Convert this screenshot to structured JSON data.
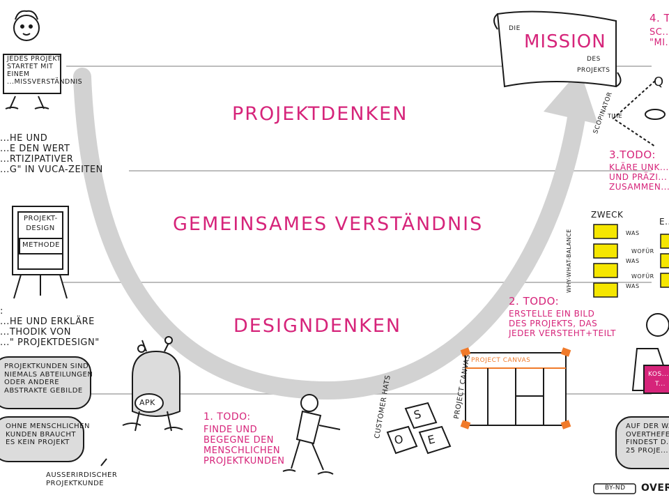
{
  "bands": {
    "top": "PROJEKTDENKEN",
    "middle": "GEMEINSAMES VERSTÄNDNIS",
    "bottom": "DESIGNDENKEN"
  },
  "sign_top_left": [
    "JEDES PROJEKT",
    "STARTET MIT",
    "EINEM",
    "...MISSVERSTÄNDNIS"
  ],
  "left_text_1": [
    "...HE UND",
    "...E DEN WERT",
    "...RTIZIPATIVER",
    "...G\" IN VUCA-ZEITEN"
  ],
  "board": {
    "line1": "PROJEKT-",
    "line2": "DESIGN",
    "line3": "METHODE"
  },
  "left_text_2": [
    ":",
    "...HE UND ERKLÄRE",
    "...THODIK VON",
    "...\" PROJEKTDESIGN\""
  ],
  "bubble_1": [
    "PROJEKTKUNDEN SIND",
    "NIEMALS ABTEILUNGEN",
    "ODER ANDERE",
    "ABSTRAKTE GEBILDE"
  ],
  "bubble_2": [
    "OHNE MENSCHLICHEN",
    "KUNDEN BRAUCHT",
    "ES KEIN PROJEKT"
  ],
  "alien": {
    "badge": "APK",
    "caption": [
      "AUSSERIRDISCHER",
      "PROJEKTKUNDE"
    ]
  },
  "todo_1": {
    "title": "1. TODO:",
    "lines": [
      "FINDE UND",
      "BEGEGNE DEN",
      "MENSCHLICHEN",
      "PROJEKTKUNDEN"
    ]
  },
  "customer_hats": {
    "label": "CUSTOMER HATS",
    "cards": [
      "O",
      "S",
      "E"
    ]
  },
  "canvas": {
    "side_label": "PROJECT CANVAS",
    "header": "PROJECT CANVAS"
  },
  "todo_2": {
    "title": "2. TODO:",
    "lines": [
      "ERSTELLE EIN BILD",
      "DES PROJEKTS, DAS",
      "JEDER VERSTEHT+TEILT"
    ]
  },
  "why_what": {
    "side_label": "WHY-WHAT-BALANCE",
    "col_left": "ZWECK",
    "col_right": "E...",
    "was": "WAS",
    "wofuer": "WOFÜR"
  },
  "todo_3": {
    "title": "3.TODO:",
    "lines": [
      "KLÄRE UNK...",
      "UND PRÄZI...",
      "ZUSAMMEN..."
    ]
  },
  "mission": {
    "die": "DIE",
    "title": "MISSION",
    "des": "DES",
    "projekts": "PROJEKTS"
  },
  "todo_4": {
    "title": "4. T...",
    "lines": [
      "SC...",
      "\"MI..."
    ]
  },
  "scopinator": {
    "label": "SCOPINATOR",
    "q": "Q",
    "time": "TIME"
  },
  "bottom_right": {
    "sign": [
      "KOS...",
      "T..."
    ],
    "text": [
      "AUF DER W...",
      "OVERTHEFE...",
      "FINDEST D...",
      "25 PROJE..."
    ]
  },
  "footer": {
    "license": "BY-ND",
    "brand": "OVER"
  },
  "colors": {
    "magenta": "#d6247a",
    "yellow": "#f5e600",
    "orange": "#f07a2a",
    "bubble_gray": "#dcdcdc",
    "arrow_gray": "#d2d2d2"
  }
}
